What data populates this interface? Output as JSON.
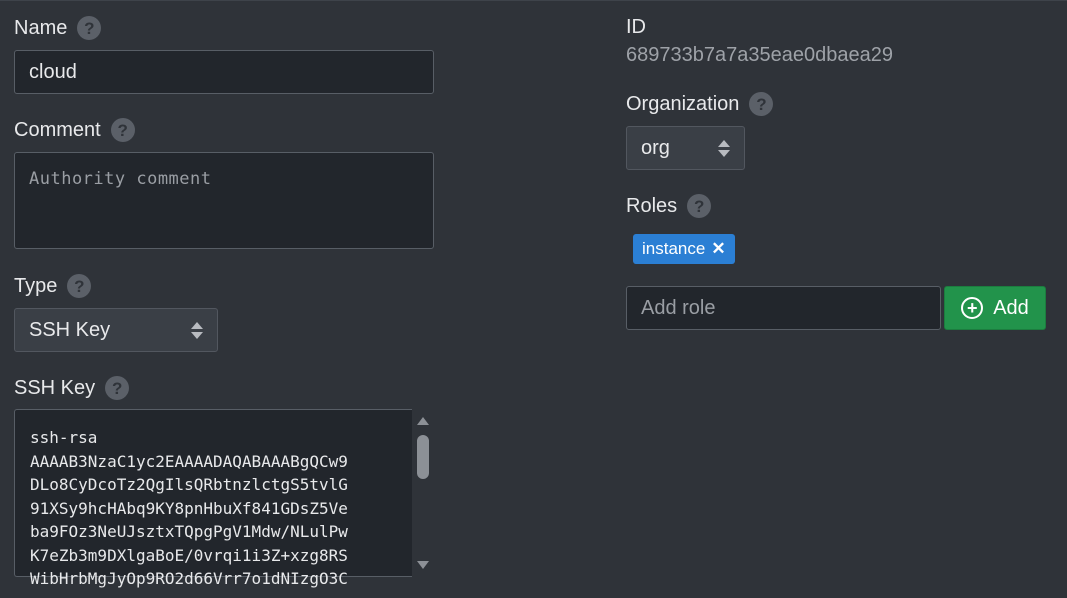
{
  "left": {
    "name": {
      "label": "Name",
      "value": "cloud"
    },
    "comment": {
      "label": "Comment",
      "placeholder": "Authority comment"
    },
    "type": {
      "label": "Type",
      "selected": "SSH Key"
    },
    "ssh_key": {
      "label": "SSH Key",
      "lines": [
        "ssh-rsa",
        "AAAAB3NzaC1yc2EAAAADAQABAAABgQCw9",
        "DLo8CyDcoTz2QgIlsQRbtnzlctgS5tvlG",
        "91XSy9hcHAbq9KY8pnHbuXf841GDsZ5Ve",
        "ba9FOz3NeUJsztxTQpgPgV1Mdw/NLulPw",
        "K7eZb3m9DXlgaBoE/0vrqi1i3Z+xzg8RS",
        "WibHrbMgJyOp9RO2d66Vrr7o1dNIzgO3C"
      ]
    }
  },
  "right": {
    "id": {
      "label": "ID",
      "value": "689733b7a7a35eae0dbaea29"
    },
    "organization": {
      "label": "Organization",
      "selected": "org"
    },
    "roles": {
      "label": "Roles",
      "chips": [
        {
          "label": "instance"
        }
      ],
      "add_placeholder": "Add role",
      "add_button_label": "Add"
    }
  },
  "help_glyph": "?",
  "colors": {
    "background": "#2f3339",
    "accent": "#2b7fd4",
    "add_button": "#22934b"
  }
}
